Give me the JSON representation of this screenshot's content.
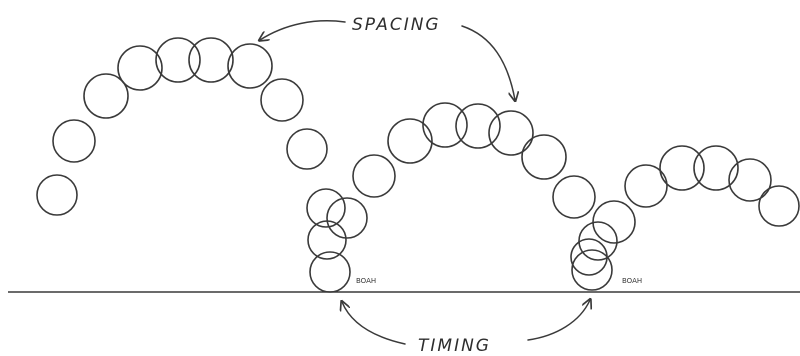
{
  "labels": {
    "spacing": "SPACING",
    "timing": "TIMING",
    "contact_1": "BOAH",
    "contact_2": "BOAH"
  },
  "colors": {
    "ink": "#3a3a3a",
    "background": "#ffffff"
  }
}
